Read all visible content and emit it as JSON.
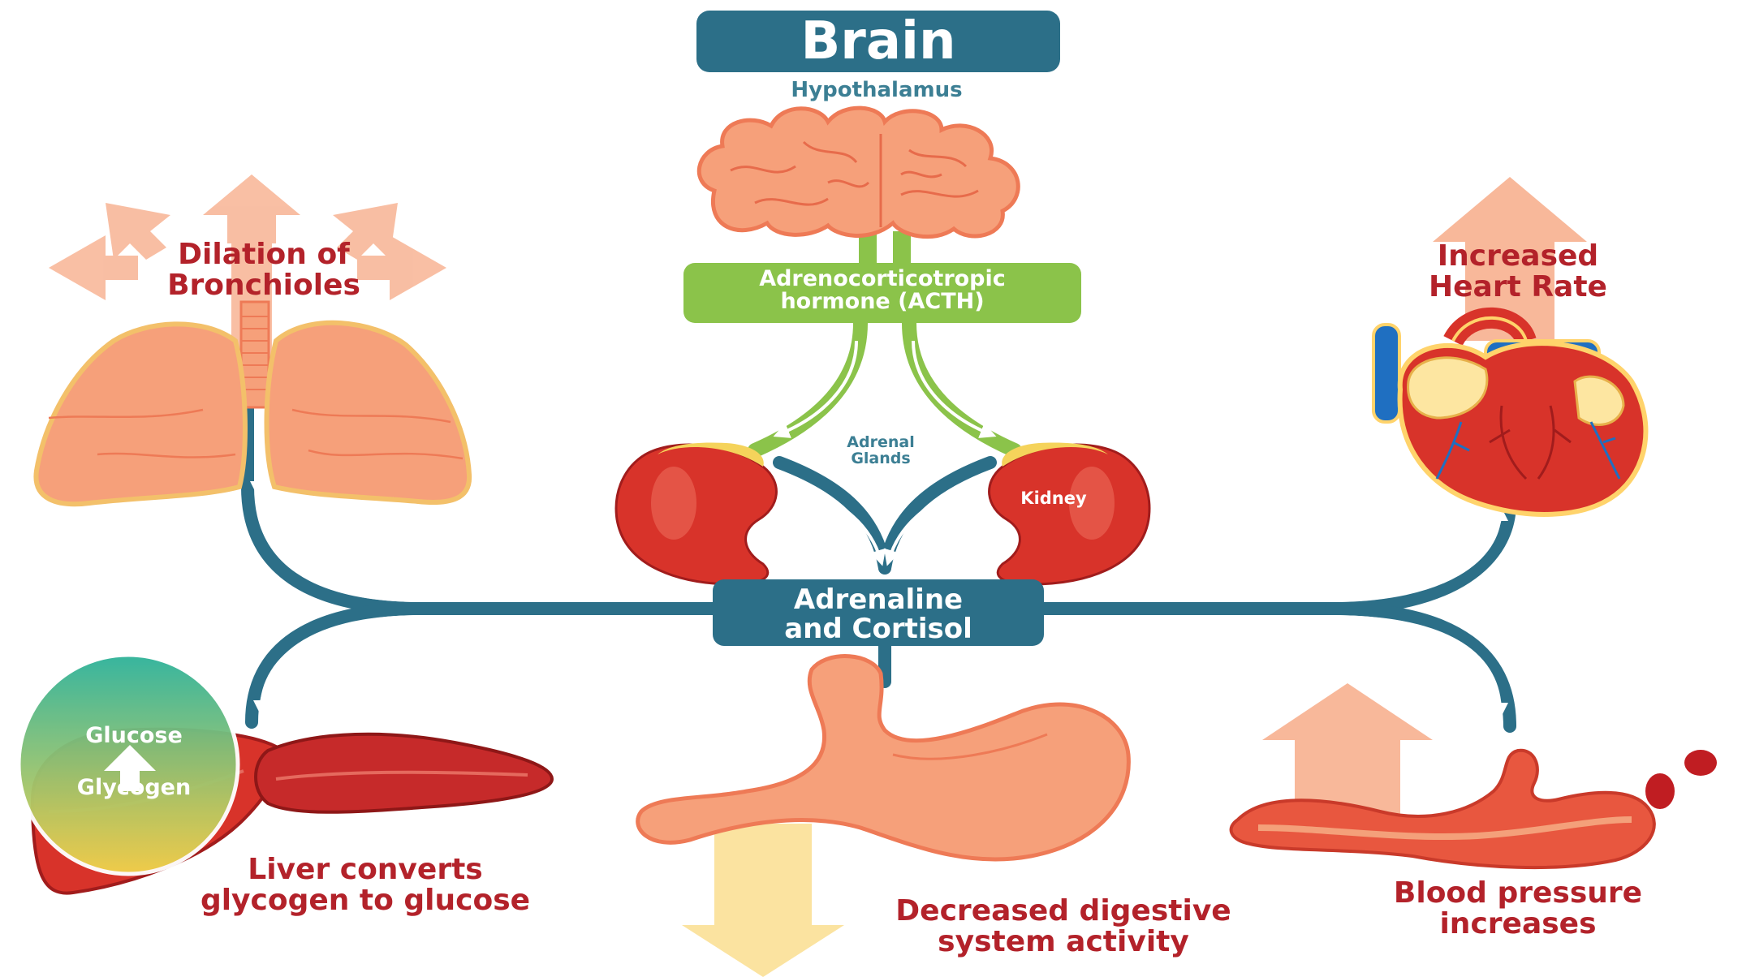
{
  "title": "Brain",
  "subtitle": "Hypothalamus",
  "acth_label": [
    "Adrenocorticotropic",
    "hormone (ACTH)"
  ],
  "adrenal_label": [
    "Adrenal",
    "Glands"
  ],
  "kidney_label": "Kidney",
  "hormones_label": [
    "Adrenaline",
    "and Cortisol"
  ],
  "effects": {
    "bronchioles": [
      "Dilation of",
      "Bronchioles"
    ],
    "heart": [
      "Increased",
      "Heart Rate"
    ],
    "liver": [
      "Liver converts",
      "glycogen to glucose"
    ],
    "digestion": [
      "Decreased digestive",
      "system activity"
    ],
    "blood_pressure": [
      "Blood pressure",
      "increases"
    ]
  },
  "glucose_label": "Glucose",
  "glycogen_label": "Glycogen",
  "icons": [
    "brain-icon",
    "lungs-icon",
    "heart-icon",
    "kidney-icon",
    "liver-icon",
    "stomach-icon",
    "artery-icon"
  ],
  "colors": {
    "teal": "#2c6f88",
    "green": "#8bc34a",
    "effect_text": "#b3222a",
    "organ_salmon": "#f6a07a",
    "organ_red": "#d8332a",
    "up_arrow": "#f8b89a",
    "down_arrow": "#fbe3a0"
  }
}
